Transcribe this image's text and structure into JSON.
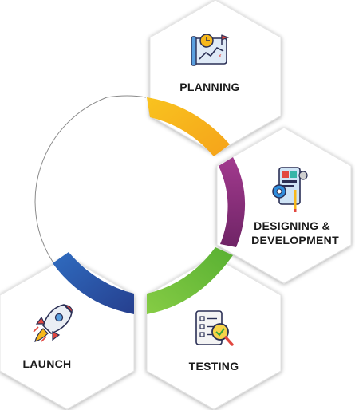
{
  "stages": [
    {
      "id": "planning",
      "label": "PLANNING",
      "icon": "planning-board-icon"
    },
    {
      "id": "design",
      "label_line1": "DESIGNING &",
      "label_line2": "DEVELOPMENT",
      "icon": "design-development-icon"
    },
    {
      "id": "testing",
      "label": "TESTING",
      "icon": "testing-checklist-icon"
    },
    {
      "id": "launch",
      "label": "LAUNCH",
      "icon": "rocket-launch-icon"
    }
  ],
  "colors": {
    "planning_arc": "#f7b81b",
    "design_arc": "#8a2a7c",
    "testing_arc": "#6fbf3a",
    "launch_arc": "#2a55a8",
    "ring": "#8a8a8a",
    "hex_fill": "#ffffff",
    "hex_shadow": "#d6d6d6"
  }
}
